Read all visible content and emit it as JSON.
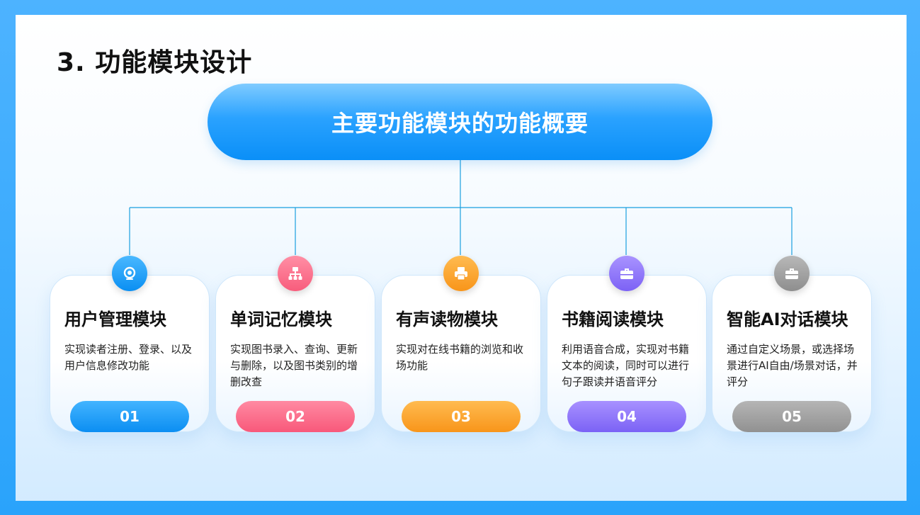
{
  "title": "3. 功能模块设计",
  "main_label": "主要功能模块的功能概要",
  "line_color": "#1a9fdf",
  "modules": [
    {
      "icon": "webcam-icon",
      "title": "用户管理模块",
      "desc": "实现读者注册、登录、以及用户信息修改功能",
      "num": "01",
      "color": "#1598f5"
    },
    {
      "icon": "sitemap-icon",
      "title": "单词记忆模块",
      "desc": "实现图书录入、查询、更新与删除，以及图书类别的增删改查",
      "num": "02",
      "color": "#fb6b86"
    },
    {
      "icon": "printer-icon",
      "title": "有声读物模块",
      "desc": "实现对在线书籍的浏览和收场功能",
      "num": "03",
      "color": "#f9a12a"
    },
    {
      "icon": "toolbox-icon",
      "title": "书籍阅读模块",
      "desc": "利用语音合成，实现对书籍文本的阅读，同时可以进行句子跟读并语音评分",
      "num": "04",
      "color": "#8b73f8"
    },
    {
      "icon": "toolbox-icon",
      "title": "智能AI对话模块",
      "desc": "通过自定义场景，或选择场景进行AI自由/场景对话，并评分",
      "num": "05",
      "color": "#9c9c9c"
    }
  ]
}
